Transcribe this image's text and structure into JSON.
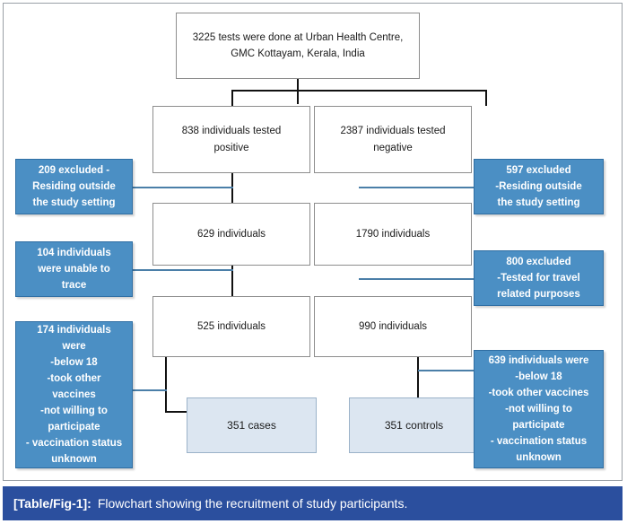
{
  "figure": {
    "caption_tag": "[Table/Fig-1]:",
    "caption_text": "Flowchart showing the recruitment of study participants.",
    "colors": {
      "exclusion_box_fill": "#4b8fc4",
      "exclusion_box_border": "#2f6ea3",
      "result_box_fill": "#dce6f1",
      "result_box_border": "#9bb2c9",
      "node_border": "#8d8d8d",
      "connector": "#111111",
      "blue_connector": "#4b7fa8",
      "caption_bar": "#2b4f9e",
      "caption_text_color": "#ffffff"
    }
  },
  "flowchart": {
    "root": {
      "line1": "3225 tests were done at Urban Health Centre,",
      "line2": "GMC Kottayam, Kerala, India"
    },
    "positive_branch": {
      "level1": {
        "line1": "838 individuals tested",
        "line2": "positive"
      },
      "level2": "629 individuals",
      "level3": "525 individuals",
      "result": "351 cases"
    },
    "negative_branch": {
      "level1": {
        "line1": "2387 individuals tested",
        "line2": "negative"
      },
      "level2": "1790 individuals",
      "level3": "990 individuals",
      "result": "351 controls"
    },
    "exclusions_left": [
      {
        "id": "excl-left-1",
        "lines": [
          "209 excluded -",
          "Residing outside",
          "the study setting"
        ]
      },
      {
        "id": "excl-left-2",
        "lines": [
          "104 individuals",
          "were unable to",
          "trace"
        ]
      },
      {
        "id": "excl-left-3",
        "lines": [
          "174 individuals",
          "were",
          "-below 18",
          "-took other",
          "vaccines",
          "-not willing to",
          "participate",
          "- vaccination status",
          "unknown"
        ]
      }
    ],
    "exclusions_right": [
      {
        "id": "excl-right-1",
        "lines": [
          "597 excluded",
          "-Residing outside",
          "the study setting"
        ]
      },
      {
        "id": "excl-right-2",
        "lines": [
          "800 excluded",
          "-Tested for travel",
          "related purposes"
        ]
      },
      {
        "id": "excl-right-3",
        "lines": [
          "639 individuals were",
          "-below 18",
          "-took other vaccines",
          "-not willing to",
          "participate",
          "- vaccination status",
          "unknown"
        ]
      }
    ]
  }
}
